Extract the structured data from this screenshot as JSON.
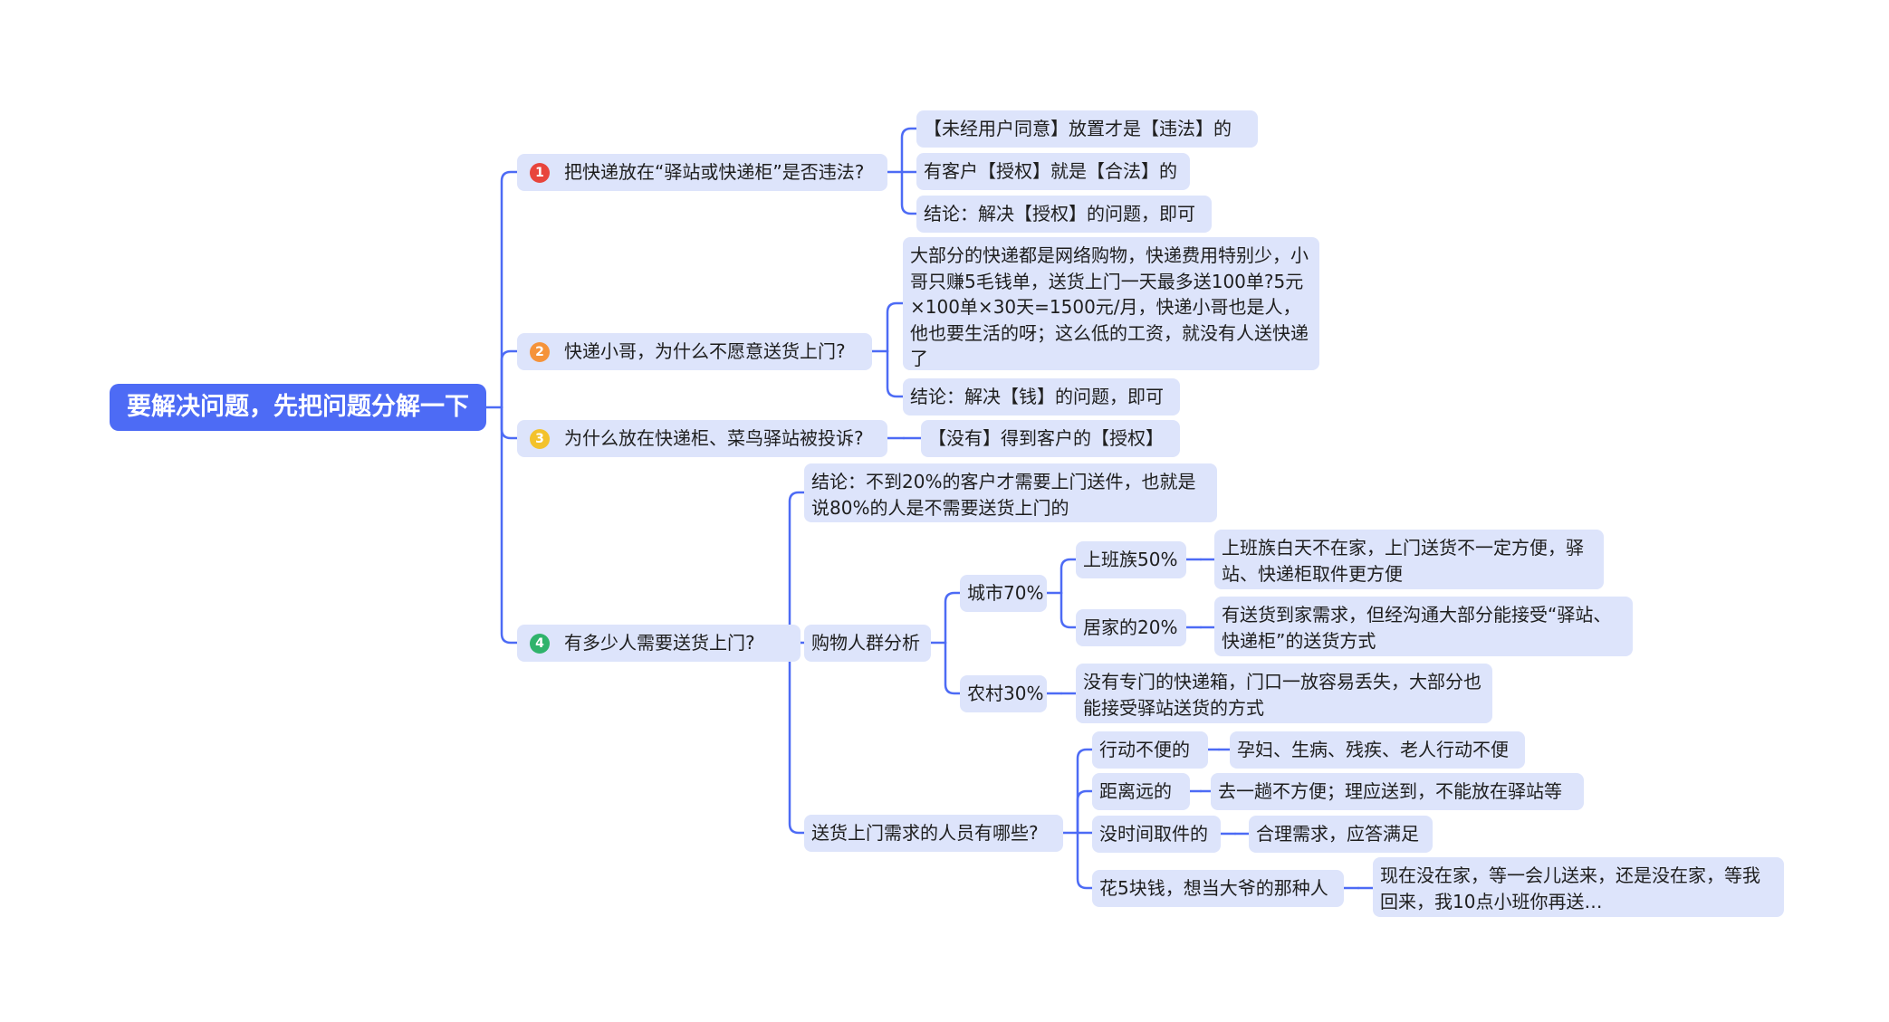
{
  "root": "要解决问题，先把问题分解一下",
  "colors": {
    "root": "#4d6bf5",
    "node": "#dde4fb",
    "line": "#4d6bf5"
  },
  "b1": {
    "badge": "1",
    "badge_color": "#e8453c",
    "label": "把快递放在“驿站或快递柜”是否违法?",
    "c1": "【未经用户同意】放置才是【违法】的",
    "c2": "有客户【授权】就是【合法】的",
    "c3": "结论：解决【授权】的问题，即可"
  },
  "b2": {
    "badge": "2",
    "badge_color": "#f5933a",
    "label": "快递小哥，为什么不愿意送货上门?",
    "c1": "大部分的快递都是网络购物，快递费用特别少，小哥只赚5毛钱单，送货上门一天最多送100单?5元×100单×30天=1500元/月，快递小哥也是人，他也要生活的呀；这么低的工资，就没有人送快递了",
    "c2": "结论：解决【钱】的问题，即可"
  },
  "b3": {
    "badge": "3",
    "badge_color": "#f3c22c",
    "label": "为什么放在快递柜、菜鸟驿站被投诉?",
    "c1": "【没有】得到客户的【授权】"
  },
  "b4": {
    "badge": "4",
    "badge_color": "#2fb36b",
    "label": "有多少人需要送货上门?",
    "conclusion": "结论：不到20%的客户才需要上门送件，也就是说80%的人是不需要送货上门的",
    "analysis": {
      "label": "购物人群分析",
      "city": {
        "label": "城市70%",
        "office": {
          "label": "上班族50%",
          "desc": "上班族白天不在家，上门送货不一定方便，驿站、快递柜取件更方便"
        },
        "home": {
          "label": "居家的20%",
          "desc": "有送货到家需求，但经沟通大部分能接受“驿站、快递柜”的送货方式"
        }
      },
      "rural": {
        "label": "农村30%",
        "desc": "没有专门的快递箱，门口一放容易丢失，大部分也能接受驿站送货的方式"
      }
    },
    "who": {
      "label": "送货上门需求的人员有哪些?",
      "i1": {
        "label": "行动不便的",
        "desc": "孕妇、生病、残疾、老人行动不便"
      },
      "i2": {
        "label": "距离远的",
        "desc": "去一趟不方便；理应送到，不能放在驿站等"
      },
      "i3": {
        "label": "没时间取件的",
        "desc": "合理需求，应答满足"
      },
      "i4": {
        "label": "花5块钱，想当大爷的那种人",
        "desc": "现在没在家，等一会儿送来，还是没在家，等我回来，我10点小班你再送…"
      }
    }
  }
}
